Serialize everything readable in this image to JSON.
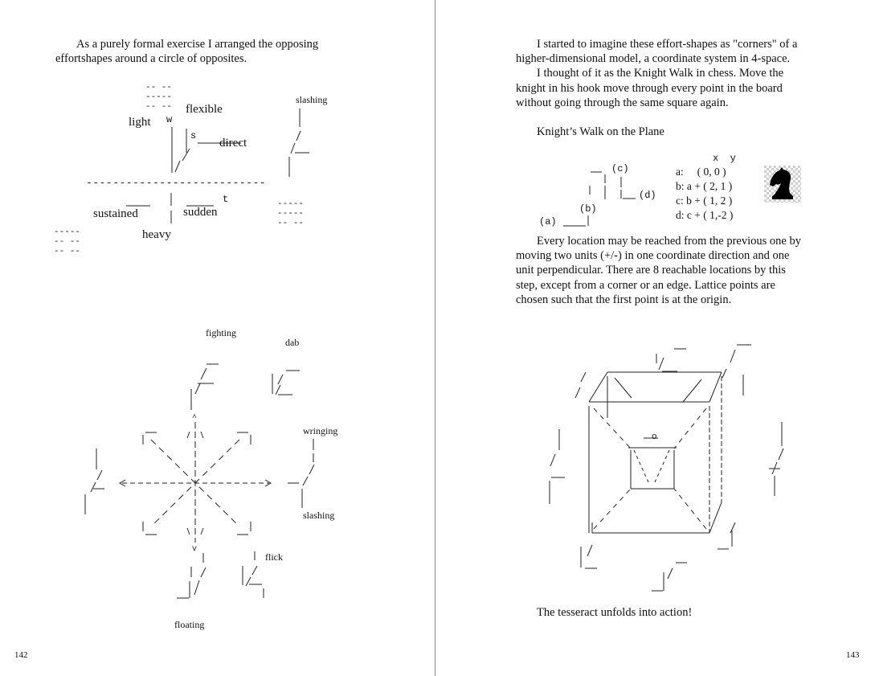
{
  "left_page": {
    "intro_lines": [
      "As a purely formal exercise I arranged the opposing",
      "effortshapes around a circle of opposites."
    ],
    "diagram1": {
      "labels": {
        "flexible": "flexible",
        "light": "light",
        "w": "w",
        "s": "s",
        "direct": "direct",
        "slashing": "slashing",
        "t": "t",
        "sustained": "sustained",
        "sudden": "sudden",
        "heavy": "heavy"
      }
    },
    "diagram2": {
      "labels": {
        "fighting": "fighting",
        "dab": "dab",
        "wringing": "wringing",
        "slashing": "slashing",
        "flick": "flick",
        "floating": "floating"
      }
    },
    "page_number": "142"
  },
  "right_page": {
    "intro_lines": [
      "I started to imagine these effort-shapes as \"corners\" of a",
      "higher-dimensional model, a coordinate system in 4-space.",
      "I thought of it as the Knight Walk in chess. Move the",
      "knight in his hook move through every point in the board",
      "without going through the same square again."
    ],
    "section_title": "Knight’s Walk on the Plane",
    "knight_diagram": {
      "labels": [
        "(c)",
        "(d)",
        "(b)",
        "(a)"
      ],
      "header": "x  y",
      "rows": [
        "a:     ( 0, 0 )",
        "b: a + ( 2, 1 )",
        "c: b + ( 1, 2 )",
        "d: c + ( 1,-2 )"
      ],
      "icon": "chess-knight-icon"
    },
    "body_lines": [
      "Every location may be reached from the previous one by",
      "moving two units (+/-) in one coordinate direction and one",
      "unit perpendicular. There are 8 reachable locations by this",
      "step, except from a corner or an edge. Lattice points are",
      "chosen such that the first point is at the origin."
    ],
    "tesseract_label": "o",
    "caption": "The tesseract unfolds into action!",
    "page_number": "143"
  }
}
